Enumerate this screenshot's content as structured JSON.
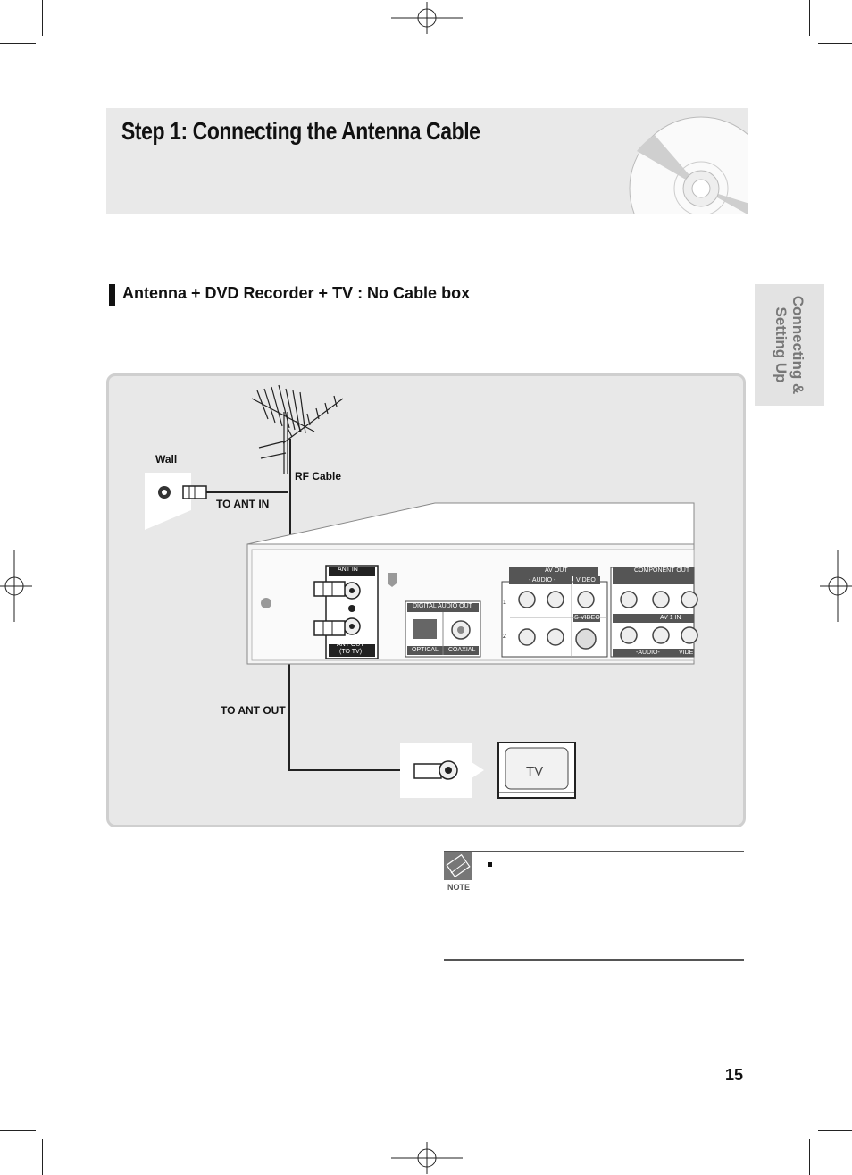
{
  "header": {
    "title": "Step 1: Connecting the Antenna Cable"
  },
  "side_tab": {
    "line1": "Connecting &",
    "line2": "Setting Up"
  },
  "section": {
    "title": "Antenna + DVD Recorder + TV : No Cable box"
  },
  "diagram": {
    "labels": {
      "wall": "Wall",
      "rf_cable": "RF Cable",
      "to_ant_in": "TO ANT IN",
      "to_ant_out": "TO ANT OUT",
      "tv": "TV"
    },
    "panel": {
      "ant_in": "ANT IN",
      "ant_out": "ANT OUT",
      "to_tv": "(TO TV)",
      "digital_audio_out": "DIGITAL AUDIO OUT",
      "optical": "OPTICAL",
      "coaxial": "COAXIAL",
      "av_out": "AV OUT",
      "audio": "- AUDIO -",
      "video": "VIDEO",
      "s_video": "S-VIDEO",
      "row1": "1",
      "row2": "2",
      "component_out": "COMPONENT OUT",
      "av1_in": "AV 1 IN",
      "audio_in": "-AUDIO-",
      "video_in": "VIDE"
    }
  },
  "note": {
    "label": "NOTE"
  },
  "page": {
    "number": "15"
  }
}
